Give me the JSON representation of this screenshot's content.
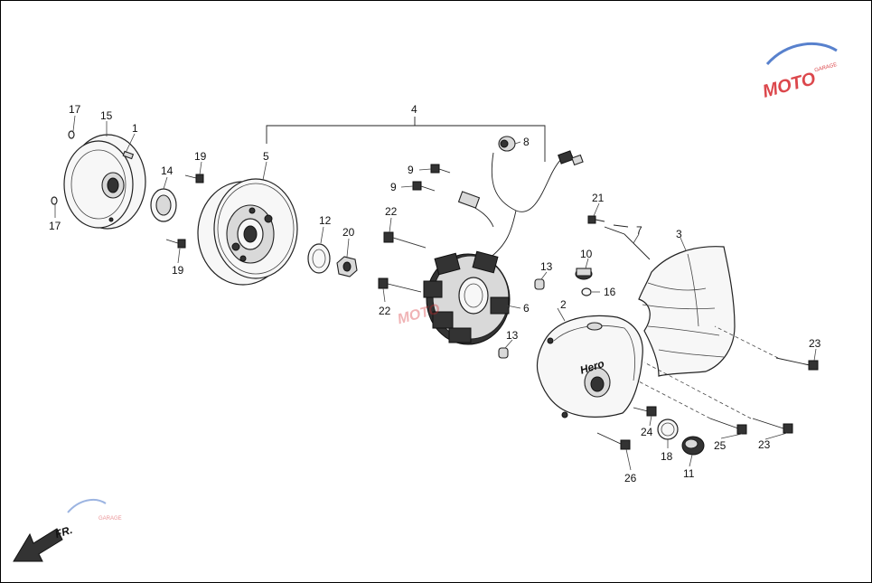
{
  "diagram": {
    "cover_logo_text": "Hero",
    "front_indicator_text": "FR.",
    "watermark_text": "MOTO",
    "watermark_subtext": "GARAGE",
    "callouts": {
      "c1": "1",
      "c2": "2",
      "c3": "3",
      "c4": "4",
      "c5": "5",
      "c6": "6",
      "c7": "7",
      "c8": "8",
      "c9a": "9",
      "c9b": "9",
      "c10": "10",
      "c11": "11",
      "c12": "12",
      "c13a": "13",
      "c13b": "13",
      "c14": "14",
      "c15": "15",
      "c16": "16",
      "c17a": "17",
      "c17b": "17",
      "c18": "18",
      "c19a": "19",
      "c19b": "19",
      "c20": "20",
      "c21": "21",
      "c22a": "22",
      "c22b": "22",
      "c23a": "23",
      "c23b": "23",
      "c24": "24",
      "c25": "25",
      "c26": "26"
    },
    "colors": {
      "line": "#222222",
      "watermark_red": "#d6282d",
      "watermark_blue": "#3b6cc5"
    }
  }
}
